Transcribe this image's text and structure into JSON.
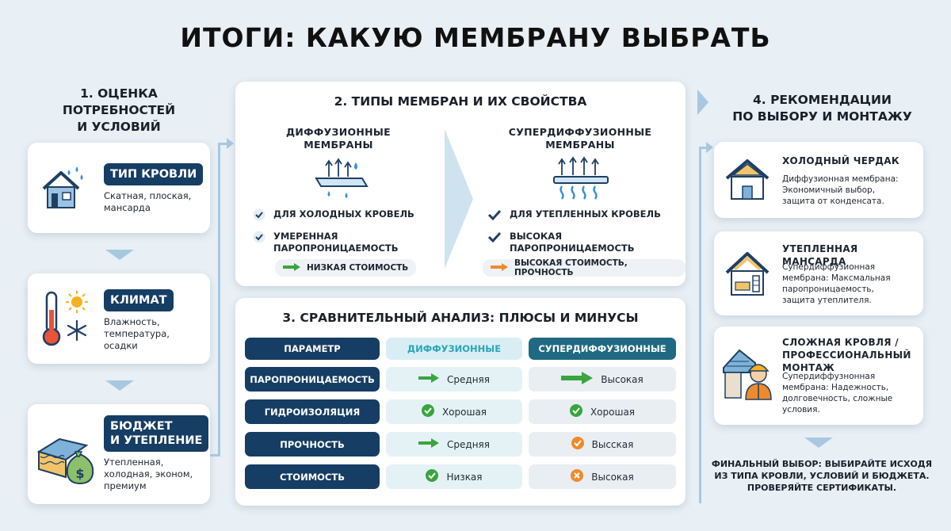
{
  "title": "ИТОГИ: КАКУЮ МЕМБРАНУ ВЫБРАТЬ",
  "col1": {
    "heading": "1. ОЦЕНКА\nПОТРЕБНОСТЕЙ\nИ УСЛОВИЙ",
    "cards": [
      {
        "label": "ТИП КРОВЛИ",
        "text": "Скатная, плоская,\nмансарда",
        "icon": "house-rain-icon"
      },
      {
        "label": "КЛИМАТ",
        "text": "Влажность,\nтемпература,\nосадки",
        "icon": "thermometer-sun-snow-icon"
      },
      {
        "label": "БЮДЖЕТ\nИ УТЕПЛЕНИЕ",
        "text": "Утепленная,\nхолодная, эконом,\nпремиум",
        "icon": "money-bag-insulation-icon"
      }
    ]
  },
  "col2": {
    "heading": "2. ТИПЫ МЕМБРАН И ИХ СВОЙСТВА",
    "diffusion": {
      "title": "ДИФФУЗИОННЫЕ\nМЕМБРАНЫ",
      "features": [
        "ДЛЯ ХОЛОДНЫХ КРОВЕЛЬ",
        "УМЕРЕННАЯ\nПАРОПРОНИЦАЕМОСТЬ"
      ],
      "tag": "НИЗКАЯ СТОИМОСТЬ"
    },
    "superdiffusion": {
      "title": "СУПЕРДИФФУЗИОННЫЕ\nМЕМБРАНЫ",
      "features": [
        "ДЛЯ УТЕПЛЕННЫХ КРОВЕЛЬ",
        "ВЫСОКАЯ\nПАРОПРОНИЦАЕМОСТЬ"
      ],
      "tag": "ВЫСОКАЯ СТОИМОСТЬ, ПРОЧНОСТЬ"
    }
  },
  "col3": {
    "heading": "3. СРАВНИТЕЛЬНЫЙ АНАЛИЗ: ПЛЮСЫ И МИНУСЫ",
    "headers": [
      "ПАРАМЕТР",
      "ДИФФУЗИОННЫЕ",
      "СУПЕРДИФФУЗИОННЫЕ"
    ],
    "rows": [
      {
        "param": "ПАРОПРОНИЦАЕМОСТЬ",
        "diff": "Средняя",
        "diff_icon": "arrow-icon",
        "super": "Высокая",
        "super_icon": "arrow-icon"
      },
      {
        "param": "ГИДРОИЗОЛЯЦИЯ",
        "diff": "Хорошая",
        "diff_icon": "check-icon",
        "super": "Хорошая",
        "super_icon": "check-icon"
      },
      {
        "param": "ПРОЧНОСТЬ",
        "diff": "Средняя",
        "diff_icon": "arrow-icon",
        "super": "Высская",
        "super_icon": "check-orange-icon"
      },
      {
        "param": "СТОИМОСТЬ",
        "diff": "Низкая",
        "diff_icon": "check-icon",
        "super": "Высокая",
        "super_icon": "cross-icon"
      }
    ]
  },
  "col4": {
    "heading": "4. РЕКОМЕНДАЦИИ\nПО ВЫБОРУ И МОНТАЖУ",
    "cards": [
      {
        "title": "ХОЛОДНЫЙ ЧЕРДАК",
        "body": "Диффузионная мембрана:\nЭкономичный выбор,\nзащита от конденсата.",
        "icon": "cold-attic-house-icon"
      },
      {
        "title": "УТЕПЛЕННАЯ МАНСАРДА",
        "body": "Супердиффузионная\nмембрана: Максмальная\nпаропроницаемость,\nзащита утеплителя.",
        "icon": "insulated-attic-icon"
      },
      {
        "title": "СЛОЖНАЯ КРОВЛЯ /\nПРОФЕССИОНАЛЬНЫЙ\nМОНТАЖ",
        "body": "Супердиффузнонная\nмембрана: Надежность,\nдолговечность, сложные\nусловия.",
        "icon": "builder-roof-icon"
      }
    ],
    "final": "ФИНАЛЬНЫЙ ВЫБОР: ВЫБИРАЙТЕ ИСХОДЯ\nИЗ ТИПА КРОВЛИ, УСЛОВИЙ И БЮДЖЕТА.\nПРОВЕРЯЙТЕ СЕРТИФИКАТЫ."
  },
  "colors": {
    "navy": "#163d63",
    "teal": "#2aa6b8",
    "green": "#3aa43e",
    "orange": "#ef8a2c",
    "arrow": "#a8c8e0"
  }
}
